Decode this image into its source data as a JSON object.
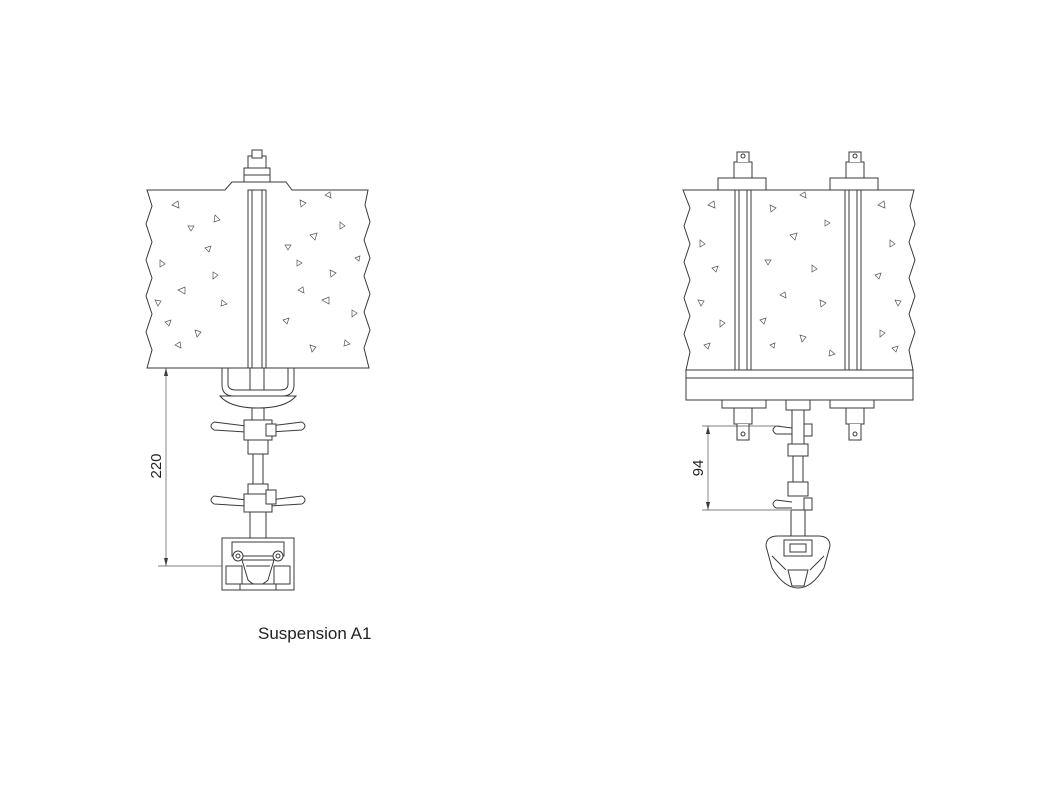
{
  "caption": "Suspension A1",
  "views": [
    {
      "id": "side-view",
      "dimension_label": "220"
    },
    {
      "id": "front-view",
      "dimension_label": "94"
    }
  ],
  "colors": {
    "line": "#3a3a3a",
    "background": "#ffffff"
  }
}
